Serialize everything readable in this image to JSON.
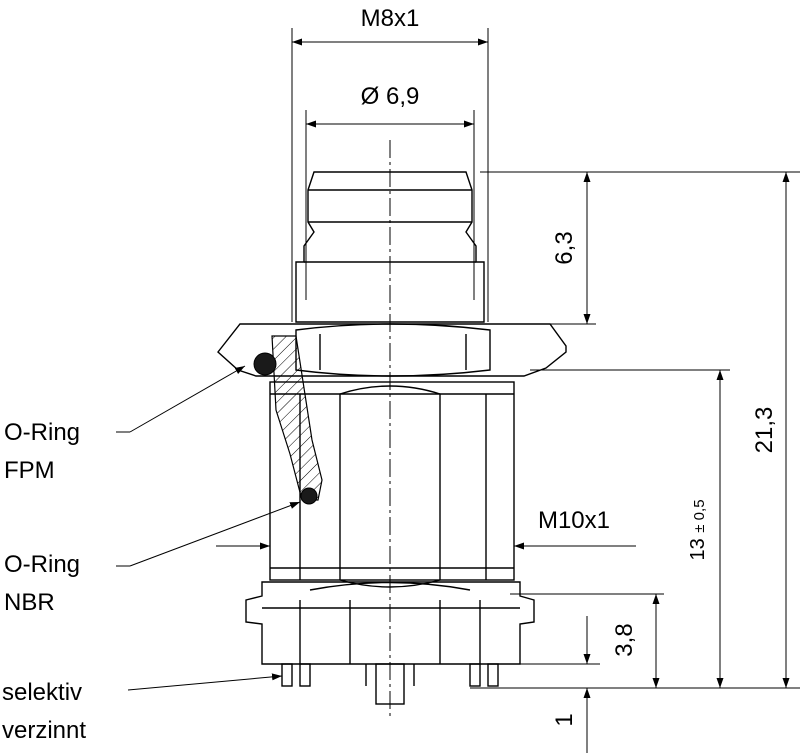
{
  "dimensions": {
    "thread_top": "M8x1",
    "diameter": "Ø 6,9",
    "height_upper": "6,3",
    "height_total": "21,3",
    "height_body": "13",
    "tolerance": "± 0,5",
    "thread_bottom": "M10x1",
    "height_base": "3,8",
    "pin_length": "1"
  },
  "callouts": {
    "oring_fpm_line1": "O-Ring",
    "oring_fpm_line2": "FPM",
    "oring_nbr_line1": "O-Ring",
    "oring_nbr_line2": "NBR",
    "plating_line1": "selektiv",
    "plating_line2": "verzinnt"
  },
  "colors": {
    "line": "#000000",
    "background": "#ffffff"
  }
}
